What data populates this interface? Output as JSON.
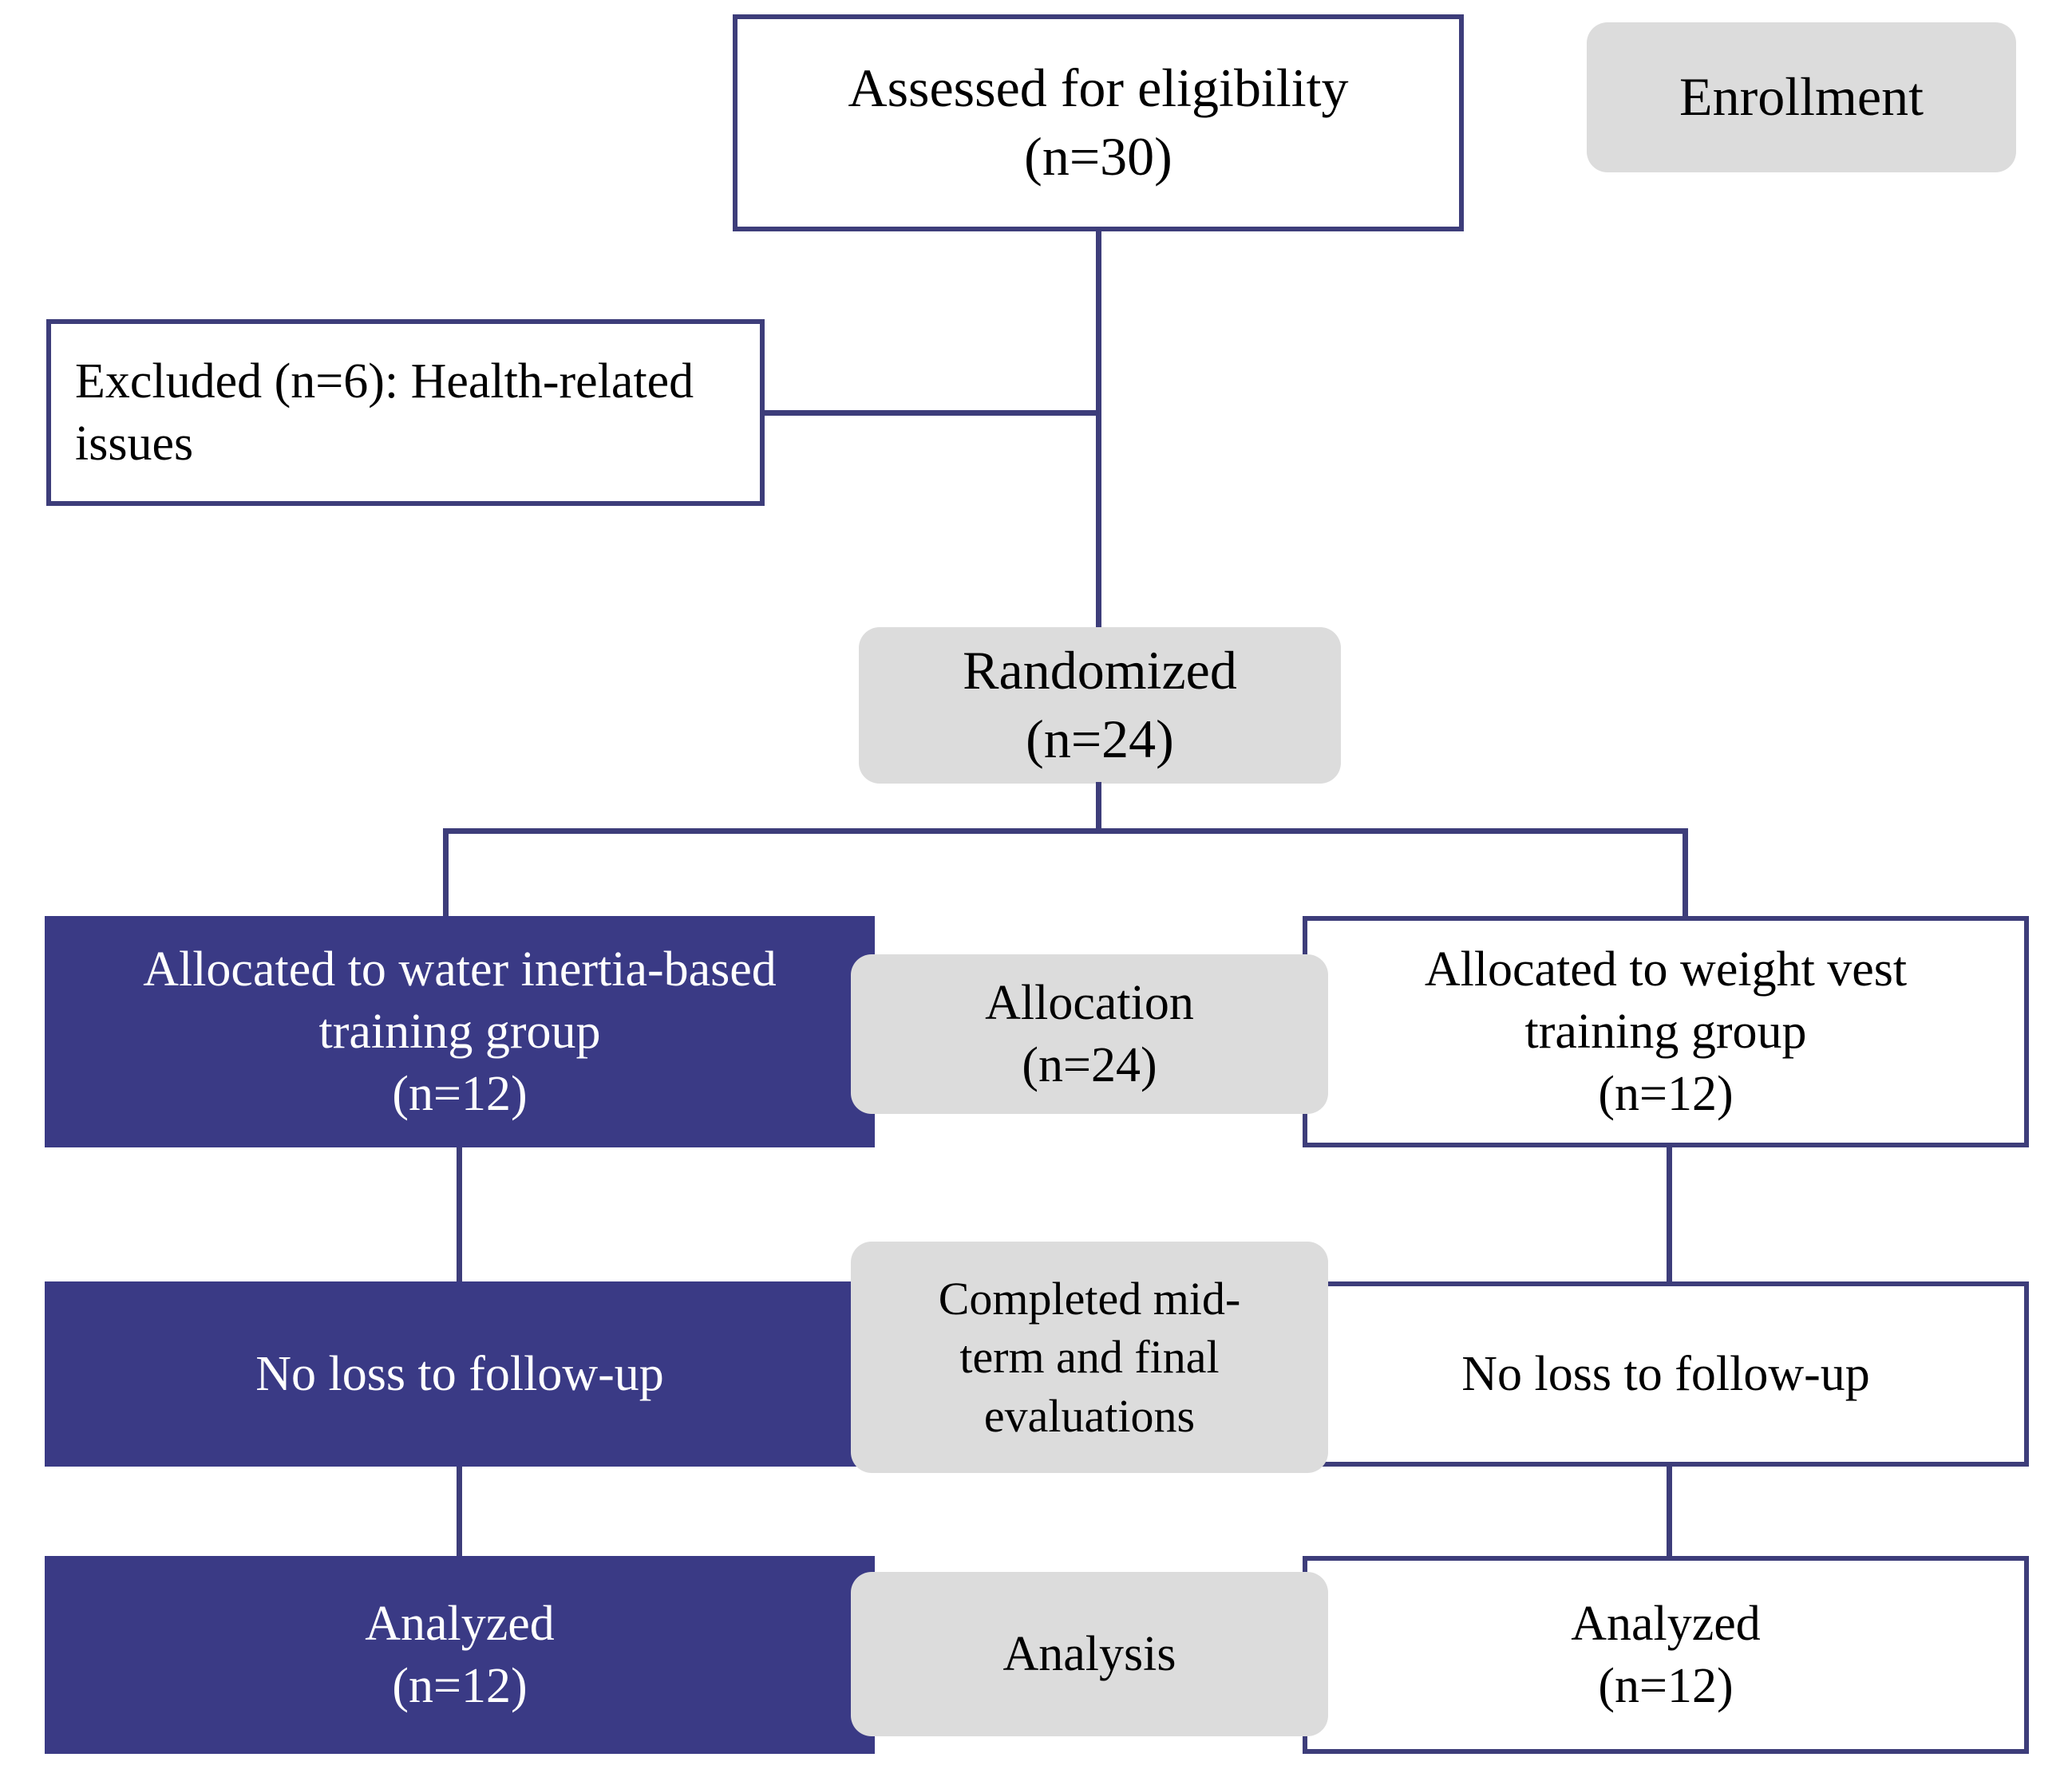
{
  "diagram": {
    "title": "CONSORT participant flow diagram",
    "colors": {
      "navy_fill": "#3a3a85",
      "border_navy": "#3d3d7a",
      "stage_label_gray": "#dcdcdc",
      "white_fill": "#ffffff",
      "text_dark": "#000000",
      "text_light": "#ffffff"
    }
  },
  "enrollment": {
    "stage_label": "Enrollment",
    "assessed_line1": "Assessed for eligibility",
    "assessed_line2": "(n=30)",
    "excluded_text": "Excluded (n=6): Health-related issues",
    "randomized_line1": "Randomized",
    "randomized_line2": "(n=24)"
  },
  "allocation": {
    "stage_label_line1": "Allocation",
    "stage_label_line2": "(n=24)",
    "left_line1": "Allocated to water inertia-based",
    "left_line2": "training group",
    "left_line3": "(n=12)",
    "right_line1": "Allocated to weight vest",
    "right_line2": "training group",
    "right_line3": "(n=12)"
  },
  "follow_up": {
    "stage_label_line1": "Completed mid-",
    "stage_label_line2": "term and final",
    "stage_label_line3": "evaluations",
    "left_text": "No loss to follow-up",
    "right_text": "No loss to follow-up"
  },
  "analysis": {
    "stage_label": "Analysis",
    "left_line1": "Analyzed",
    "left_line2": "(n=12)",
    "right_line1": "Analyzed",
    "right_line2": "(n=12)"
  }
}
